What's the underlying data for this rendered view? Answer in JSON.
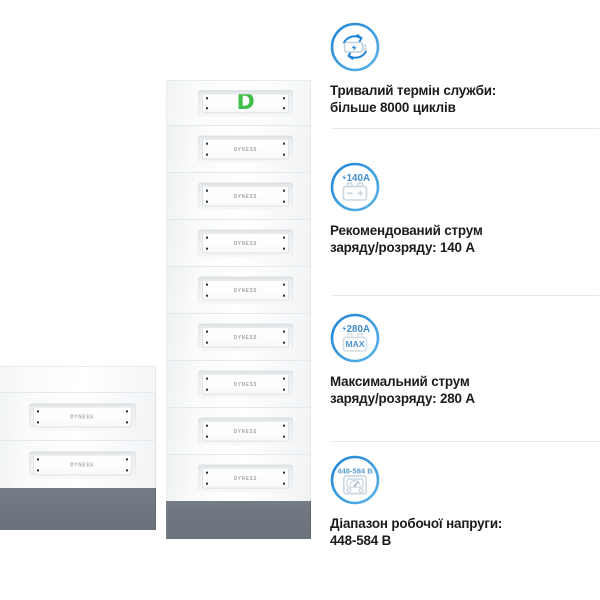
{
  "product": {
    "brand_logo": "D",
    "module_label": "DYNESS",
    "tall_stack": {
      "name": "tall-battery-stack",
      "module_count": 8,
      "has_top_cover": true,
      "has_base": true
    },
    "small_stack": {
      "name": "small-battery-stack",
      "module_count": 2,
      "has_top_cover": true,
      "has_base": true
    },
    "colors": {
      "module": "#f7f9fa",
      "base": "#70767f",
      "logo_green": "#3fbf4a"
    }
  },
  "features": [
    {
      "icon": "battery-recycle-icon",
      "icon_label": "",
      "title": "Тривалий термін служби:\nбільше 8000 циклів",
      "divider": true
    },
    {
      "icon": "battery-140a-icon",
      "icon_label": "140A",
      "title": "Рекомендований струм\nзаряду/розряду: 140 А",
      "divider": true
    },
    {
      "icon": "battery-280a-max-icon",
      "icon_label": "280A",
      "icon_sublabel": "MAX",
      "title": "Максимальний струм\nзаряду/розряду: 280 А",
      "divider": true
    },
    {
      "icon": "voltmeter-icon",
      "icon_label": "448-584 В",
      "title": "Діапазон робочої напруги:\n448-584 В",
      "divider": false
    }
  ],
  "theme": {
    "accent_blue": "#1d84d6",
    "accent_blue_light": "#5bb3e8",
    "icon_line": "#c8d6e0",
    "divider": "#e3e5e7",
    "text": "#1b1b1b",
    "background": "#ffffff"
  }
}
